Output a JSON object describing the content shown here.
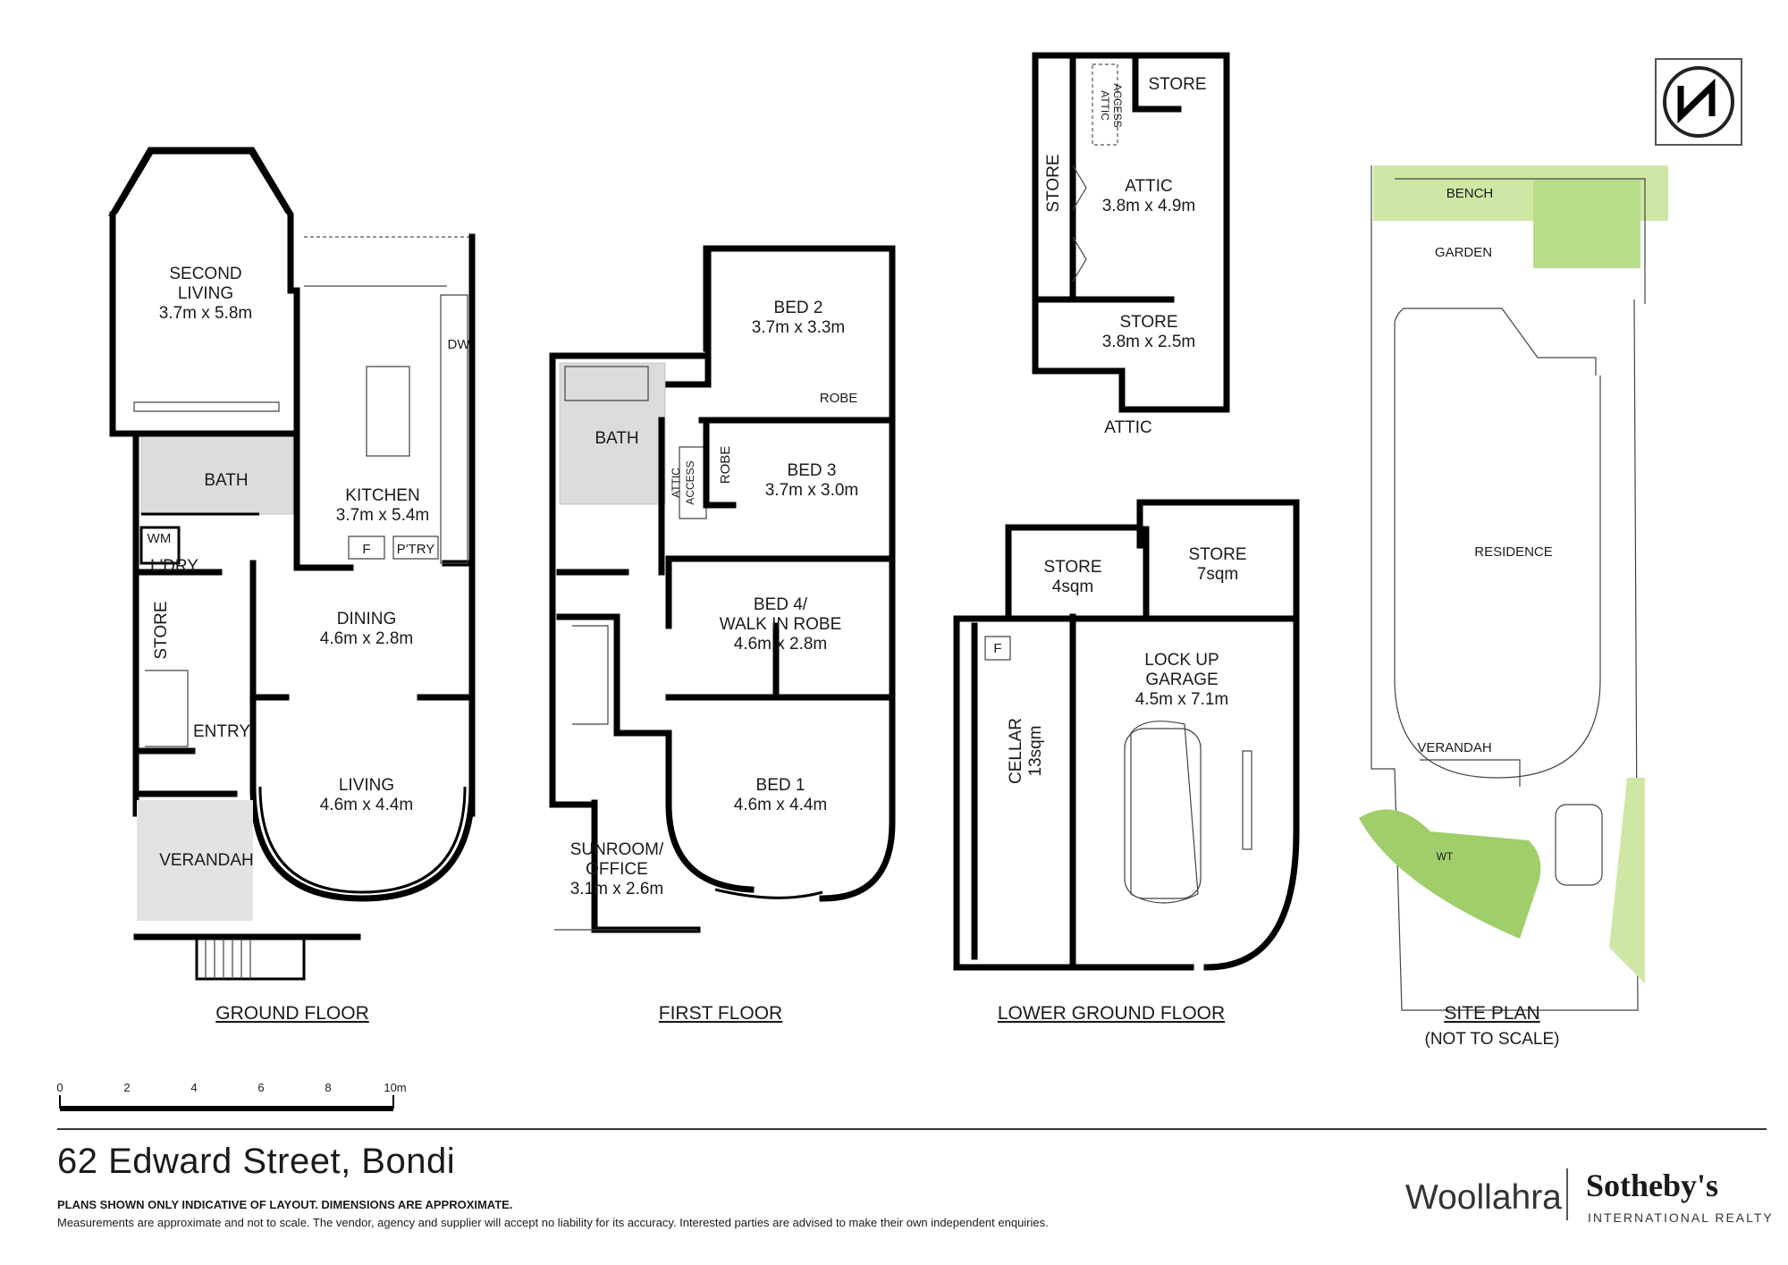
{
  "ground_floor": {
    "title": "GROUND FLOOR",
    "second_living": [
      "SECOND",
      "LIVING",
      "3.7m x 5.8m"
    ],
    "kitchen": [
      "KITCHEN",
      "3.7m x 5.4m"
    ],
    "bath": "BATH",
    "dw": "DW",
    "wm": "WM",
    "laundry": "L'DRY",
    "fridge": "F",
    "pantry": "P'TRY",
    "store": "STORE",
    "dining": [
      "DINING",
      "4.6m x 2.8m"
    ],
    "entry": "ENTRY",
    "living": [
      "LIVING",
      "4.6m x 4.4m"
    ],
    "verandah": "VERANDAH"
  },
  "first_floor": {
    "title": "FIRST FLOOR",
    "bed2": [
      "BED 2",
      "3.7m x 3.3m"
    ],
    "robe": "ROBE",
    "bath": "BATH",
    "attic_access": [
      "ATTIC",
      "ACCESS"
    ],
    "bed3": [
      "BED 3",
      "3.7m x 3.0m"
    ],
    "bed4": [
      "BED 4/",
      "WALK IN ROBE",
      "4.6m x 2.8m"
    ],
    "sunroom": [
      "SUNROOM/",
      "OFFICE",
      "3.1m x 2.6m"
    ],
    "bed1": [
      "BED 1",
      "4.6m x 4.4m"
    ]
  },
  "attic": {
    "title": "ATTIC",
    "store_top": "STORE",
    "store_left": "STORE",
    "attic_access": [
      "ATTIC",
      "ACCESS"
    ],
    "attic_room": [
      "ATTIC",
      "3.8m x 4.9m"
    ],
    "store_bottom": [
      "STORE",
      "3.8m x 2.5m"
    ]
  },
  "lower_ground": {
    "title": "LOWER GROUND FLOOR",
    "store4": [
      "STORE",
      "4sqm"
    ],
    "store7": [
      "STORE",
      "7sqm"
    ],
    "fridge": "F",
    "garage": [
      "LOCK UP",
      "GARAGE",
      "4.5m x 7.1m"
    ],
    "cellar": [
      "CELLAR",
      "13sqm"
    ]
  },
  "site_plan": {
    "title": "SITE PLAN",
    "subtitle": "(NOT TO SCALE)",
    "bench": "BENCH",
    "garden": "GARDEN",
    "residence": "RESIDENCE",
    "verandah": "VERANDAH",
    "wt": "WT"
  },
  "compass": {
    "label": "N"
  },
  "scale_bar": {
    "ticks": [
      "0",
      "2",
      "4",
      "6",
      "8",
      "10m"
    ]
  },
  "footer": {
    "address": "62 Edward Street, Bondi",
    "disclaimer_bold": "PLANS SHOWN ONLY INDICATIVE OF LAYOUT. DIMENSIONS ARE APPROXIMATE.",
    "disclaimer": "Measurements are approximate and not to scale. The vendor, agency and supplier will accept no liability for its accuracy. Interested parties are advised to make their own independent enquiries."
  },
  "brand": {
    "office": "Woollahra",
    "name": "Sotheby's",
    "sub": "INTERNATIONAL REALTY"
  }
}
